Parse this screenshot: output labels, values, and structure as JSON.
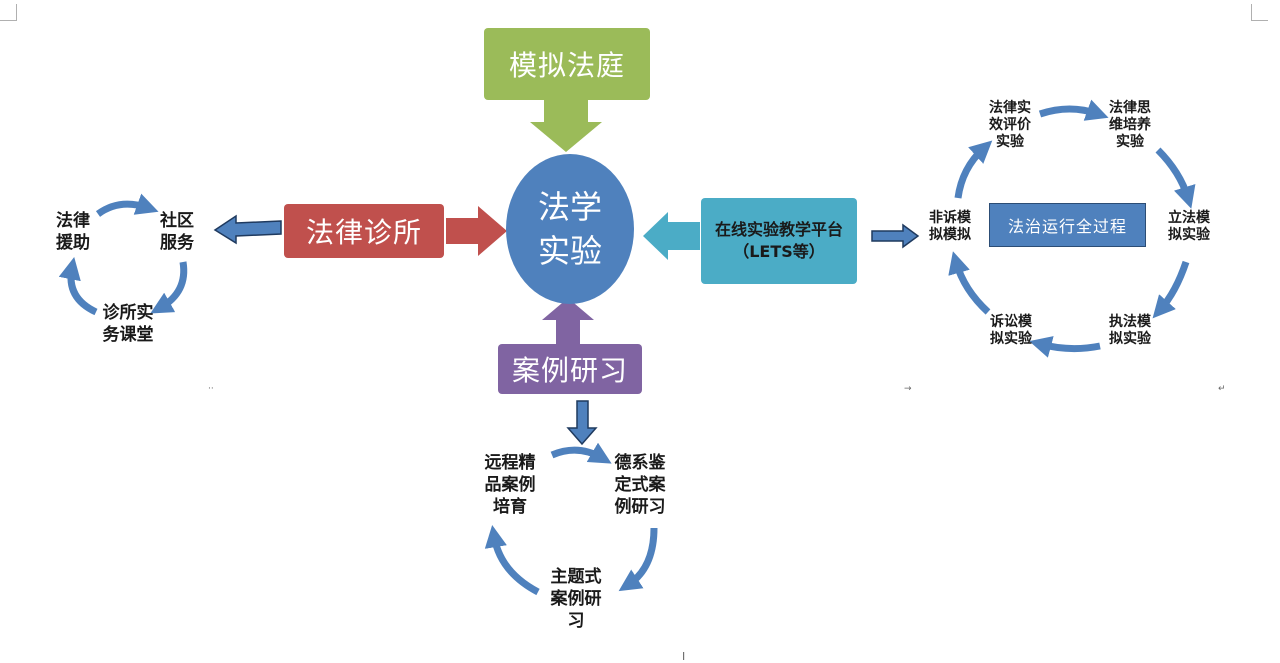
{
  "center": {
    "label": "法学实验"
  },
  "sources": {
    "moot_court": "模拟法庭",
    "legal_clinic": "法律诊所",
    "case_study": "案例研习",
    "online_platform": "在线实验教学平台（LETS等）"
  },
  "clinic_cycle": {
    "legal_aid": "法律援助",
    "community_service": "社区服务",
    "clinic_practice_class": "诊所实务课堂"
  },
  "case_cycle": {
    "remote_fine_case": "远程精品案例培育",
    "german_style_case": "德系鉴定式案例研习",
    "thematic_case": "主题式案例研习"
  },
  "rule_of_law_cycle": {
    "center_label": "法治运行全过程",
    "effect_evaluation": "法律实效评价实验",
    "legal_thinking": "法律思维培养实验",
    "legislation_sim": "立法模拟实验",
    "law_enforcement_sim": "执法模拟实验",
    "litigation_sim": "诉讼模拟实验",
    "non_litigation_sim": "非诉模拟模拟"
  },
  "colors": {
    "green": "#9bbb59",
    "red": "#c0504d",
    "purple": "#8064a2",
    "teal": "#4bacc6",
    "blue": "#4f81bd",
    "dark_blue": "#1f497d"
  }
}
